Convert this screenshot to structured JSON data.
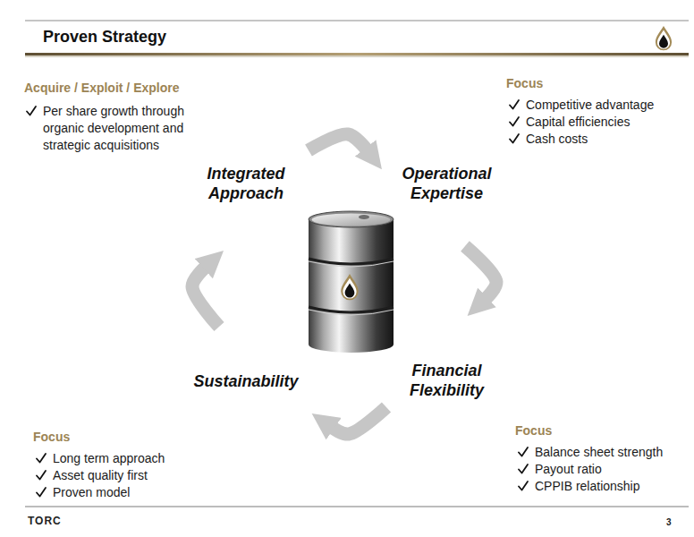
{
  "diagram": {
    "title": "Proven Strategy",
    "nodes": [
      {
        "text": [
          "Integrated Approach"
        ]
      },
      {
        "text": [
          "Operational Expertise"
        ]
      },
      {
        "text": [
          "Financial Flexibility"
        ]
      },
      {
        "text": [
          "Sustainability"
        ]
      }
    ],
    "edges": [
      {
        "from": 0,
        "to": 1,
        "arrow": "to"
      },
      {
        "from": 1,
        "to": 2,
        "arrow": "to"
      },
      {
        "from": 2,
        "to": 3,
        "arrow": "to"
      },
      {
        "from": 3,
        "to": 0,
        "arrow": "to"
      }
    ],
    "labels": [
      "Acquire / Exploit / Explore",
      "Per share growth through organic development and strategic acquisitions",
      "Focus",
      "Competitive advantage",
      "Capital efficiencies",
      "Cash costs",
      "Focus",
      "Balance sheet strength",
      "Payout ratio",
      "CPPIB relationship",
      "Focus",
      "Long term approach",
      "Asset quality first",
      "Proven model",
      "TORC",
      "3"
    ]
  }
}
